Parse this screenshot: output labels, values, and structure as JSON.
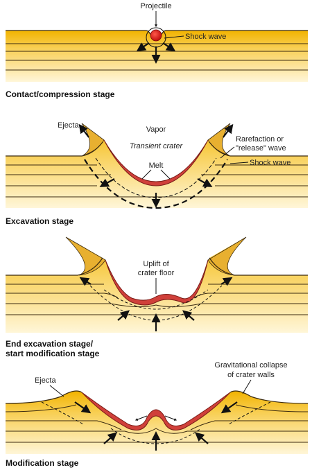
{
  "stage1": {
    "projectile_label": "Projectile",
    "shockwave_label": "Shock wave",
    "title": "Contact/compression stage"
  },
  "stage2": {
    "ejecta_label": "Ejecta",
    "vapor_label": "Vapor",
    "transient_label": "Transient crater",
    "melt_label": "Melt",
    "rarefaction_line1": "Rarefaction or",
    "rarefaction_line2": "\"release\" wave",
    "shockwave_label": "Shock wave",
    "title": "Excavation stage"
  },
  "stage3": {
    "uplift_line1": "Uplift of",
    "uplift_line2": "crater floor",
    "title_line1": "End excavation stage/",
    "title_line2": "start modification stage"
  },
  "stage4": {
    "ejecta_label": "Ejecta",
    "collapse_line1": "Gravitational collapse",
    "collapse_line2": "of crater walls",
    "title": "Modification stage"
  },
  "colors": {
    "ground_top": "#f2b300",
    "ground_bottom": "#fff4cc",
    "melt": "#d0403a",
    "projectile": "#d81818"
  }
}
